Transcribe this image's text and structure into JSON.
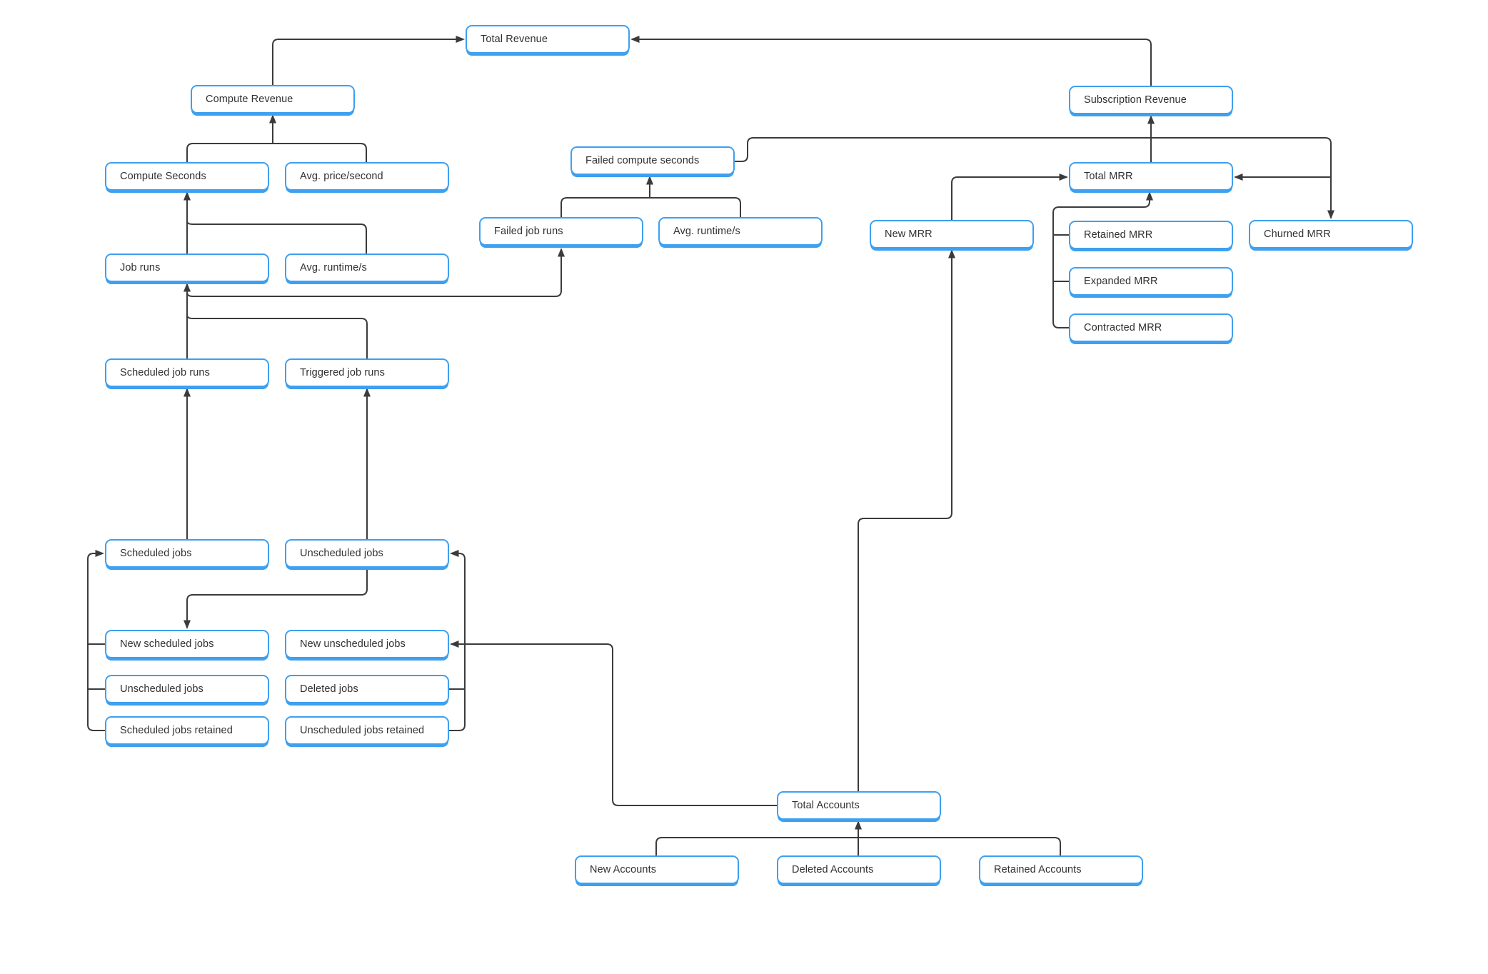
{
  "diagram": {
    "type": "metric-tree-flowchart",
    "colors": {
      "node_border": "#3da0f0",
      "node_background": "#ffffff",
      "node_text": "#303030",
      "connector": "#3b3b3b",
      "canvas_background": "#ffffff"
    },
    "nodes": [
      {
        "id": "total_revenue",
        "label": "Total Revenue"
      },
      {
        "id": "compute_revenue",
        "label": "Compute Revenue"
      },
      {
        "id": "subscription_revenue",
        "label": "Subscription Revenue"
      },
      {
        "id": "compute_seconds",
        "label": "Compute Seconds"
      },
      {
        "id": "avg_price_second",
        "label": "Avg. price/second"
      },
      {
        "id": "failed_compute_seconds",
        "label": "Failed compute seconds"
      },
      {
        "id": "failed_job_runs",
        "label": "Failed job runs"
      },
      {
        "id": "avg_runtime_right",
        "label": "Avg. runtime/s"
      },
      {
        "id": "job_runs",
        "label": "Job runs"
      },
      {
        "id": "avg_runtime_left",
        "label": "Avg. runtime/s"
      },
      {
        "id": "scheduled_job_runs",
        "label": "Scheduled job runs"
      },
      {
        "id": "triggered_job_runs",
        "label": "Triggered job runs"
      },
      {
        "id": "scheduled_jobs",
        "label": "Scheduled jobs"
      },
      {
        "id": "unscheduled_jobs_upper",
        "label": "Unscheduled jobs"
      },
      {
        "id": "new_scheduled_jobs",
        "label": "New scheduled jobs"
      },
      {
        "id": "new_unscheduled_jobs",
        "label": "New unscheduled jobs"
      },
      {
        "id": "unscheduled_jobs_lower",
        "label": "Unscheduled jobs"
      },
      {
        "id": "deleted_jobs",
        "label": "Deleted jobs"
      },
      {
        "id": "scheduled_jobs_retained",
        "label": "Scheduled jobs retained"
      },
      {
        "id": "unscheduled_jobs_retained",
        "label": "Unscheduled jobs retained"
      },
      {
        "id": "new_mrr",
        "label": "New MRR"
      },
      {
        "id": "total_mrr",
        "label": "Total MRR"
      },
      {
        "id": "retained_mrr",
        "label": "Retained MRR"
      },
      {
        "id": "churned_mrr",
        "label": "Churned MRR"
      },
      {
        "id": "expanded_mrr",
        "label": "Expanded MRR"
      },
      {
        "id": "contracted_mrr",
        "label": "Contracted MRR"
      },
      {
        "id": "total_accounts",
        "label": "Total Accounts"
      },
      {
        "id": "new_accounts",
        "label": "New Accounts"
      },
      {
        "id": "deleted_accounts",
        "label": "Deleted Accounts"
      },
      {
        "id": "retained_accounts",
        "label": "Retained Accounts"
      }
    ],
    "edges": [
      {
        "from": "compute_revenue",
        "to": "total_revenue"
      },
      {
        "from": "subscription_revenue",
        "to": "total_revenue"
      },
      {
        "from": "compute_seconds",
        "to": "compute_revenue"
      },
      {
        "from": "avg_price_second",
        "to": "compute_revenue"
      },
      {
        "from": "job_runs",
        "to": "compute_seconds"
      },
      {
        "from": "avg_runtime_left",
        "to": "compute_seconds"
      },
      {
        "from": "scheduled_job_runs",
        "to": "job_runs"
      },
      {
        "from": "triggered_job_runs",
        "to": "job_runs"
      },
      {
        "from": "job_runs",
        "to": "failed_job_runs"
      },
      {
        "from": "failed_job_runs",
        "to": "failed_compute_seconds"
      },
      {
        "from": "avg_runtime_right",
        "to": "failed_compute_seconds"
      },
      {
        "from": "failed_compute_seconds",
        "to": "churned_mrr"
      },
      {
        "from": "churned_mrr",
        "to": "total_mrr"
      },
      {
        "from": "new_mrr",
        "to": "total_mrr"
      },
      {
        "from": "retained_mrr",
        "to": "total_mrr"
      },
      {
        "from": "expanded_mrr",
        "to": "total_mrr"
      },
      {
        "from": "contracted_mrr",
        "to": "total_mrr"
      },
      {
        "from": "total_mrr",
        "to": "subscription_revenue"
      },
      {
        "from": "scheduled_jobs",
        "to": "scheduled_job_runs"
      },
      {
        "from": "unscheduled_jobs_upper",
        "to": "triggered_job_runs"
      },
      {
        "from": "unscheduled_jobs_upper",
        "to": "new_scheduled_jobs"
      },
      {
        "from": "new_scheduled_jobs",
        "to": "scheduled_jobs"
      },
      {
        "from": "unscheduled_jobs_lower",
        "to": "scheduled_jobs"
      },
      {
        "from": "scheduled_jobs_retained",
        "to": "scheduled_jobs"
      },
      {
        "from": "deleted_jobs",
        "to": "unscheduled_jobs_upper"
      },
      {
        "from": "unscheduled_jobs_retained",
        "to": "unscheduled_jobs_upper"
      },
      {
        "from": "total_accounts",
        "to": "new_unscheduled_jobs"
      },
      {
        "from": "new_accounts",
        "to": "total_accounts"
      },
      {
        "from": "deleted_accounts",
        "to": "total_accounts"
      },
      {
        "from": "retained_accounts",
        "to": "total_accounts"
      },
      {
        "from": "total_accounts",
        "to": "new_mrr"
      }
    ]
  }
}
